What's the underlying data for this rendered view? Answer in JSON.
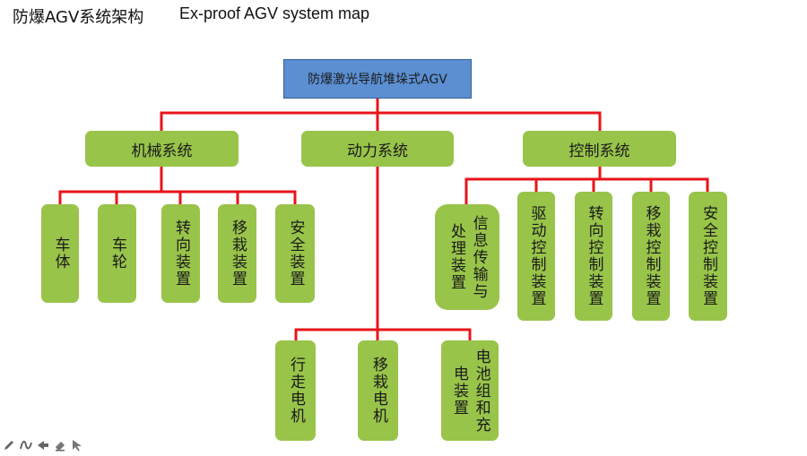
{
  "title": {
    "zh": "防爆AGV系统架构",
    "en": "Ex-proof AGV system map"
  },
  "root": "防爆激光导航堆垛式AGV",
  "groups": {
    "mech": {
      "label": "机械系统",
      "items": [
        "车体",
        "车轮",
        "转向装置",
        "移栽装置",
        "安全装置"
      ]
    },
    "power": {
      "label": "动力系统",
      "items": [
        "行走电机",
        "移栽电机",
        "电池组和充电装置"
      ]
    },
    "ctrl": {
      "label": "控制系统",
      "items": [
        "信息传输与处理装置",
        "驱动控制装置",
        "转向控制装置",
        "移栽控制装置",
        "安全控制装置"
      ]
    }
  },
  "colors": {
    "line": "#e8141b",
    "box_green": "#98c44a",
    "box_root": "#5b8fd2"
  },
  "toolbar_icons": [
    "pen-icon",
    "curve-icon",
    "arrow-icon",
    "eraser-icon",
    "pointer-icon"
  ]
}
